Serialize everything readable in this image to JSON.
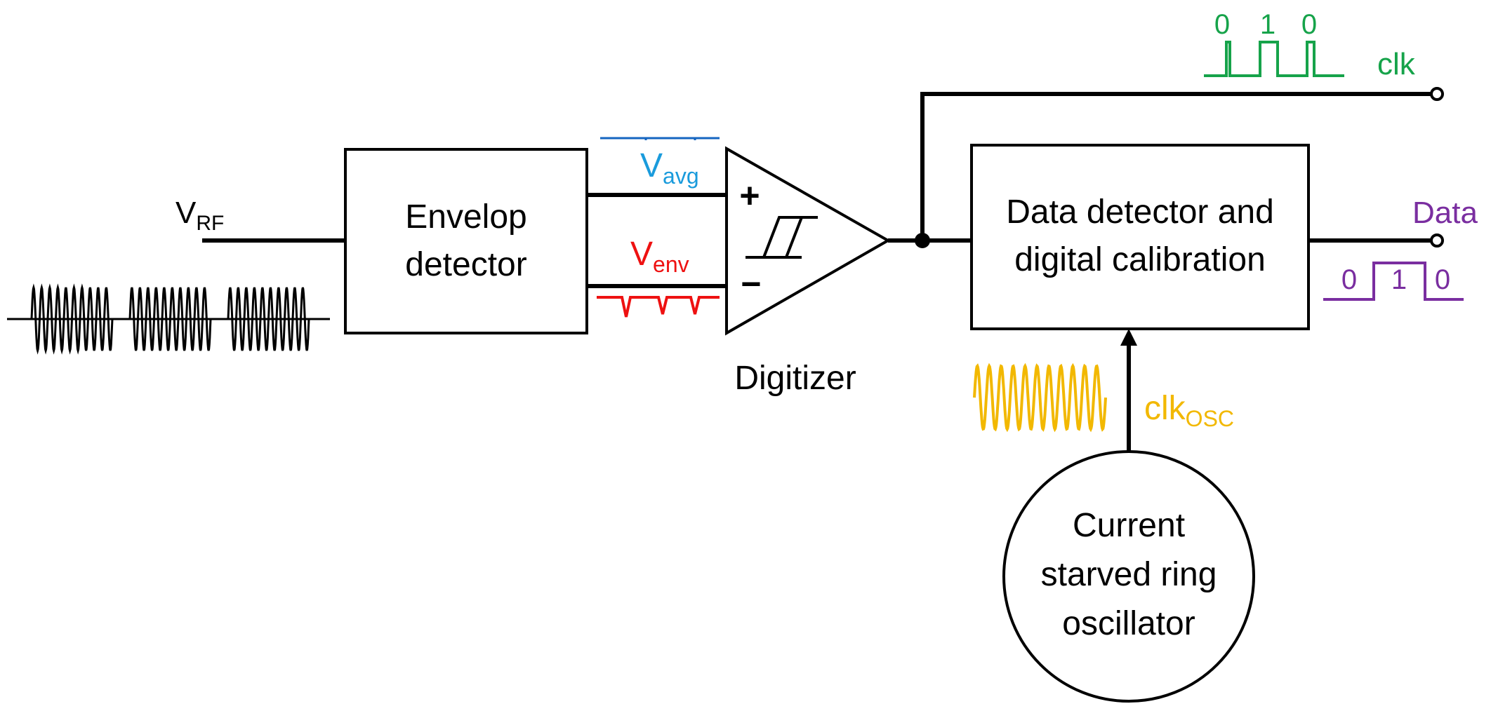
{
  "signals": {
    "vrf": {
      "main": "V",
      "sub": "RF"
    },
    "vavg": {
      "main": "V",
      "sub": "avg",
      "color": "#1a9bdc",
      "line_color": "#1565c0"
    },
    "venv": {
      "main": "V",
      "sub": "env",
      "color": "#ee1111"
    },
    "clkosc": {
      "main": "clk",
      "sub": "OSC",
      "color": "#f2b800"
    },
    "clk": {
      "label": "clk",
      "color": "#16a34a",
      "bits": [
        "0",
        "1",
        "0"
      ]
    },
    "data": {
      "label": "Data",
      "color": "#7a2ea0",
      "bits": [
        "0",
        "1",
        "0"
      ]
    }
  },
  "blocks": {
    "envelope": {
      "line1": "Envelop",
      "line2": "detector"
    },
    "digitizer": {
      "label": "Digitizer",
      "plus": "+",
      "minus": "−"
    },
    "datadet": {
      "line1": "Data detector and",
      "line2": "digital calibration"
    },
    "osc": {
      "line1": "Current",
      "line2": "starved ring",
      "line3": "oscillator"
    }
  }
}
